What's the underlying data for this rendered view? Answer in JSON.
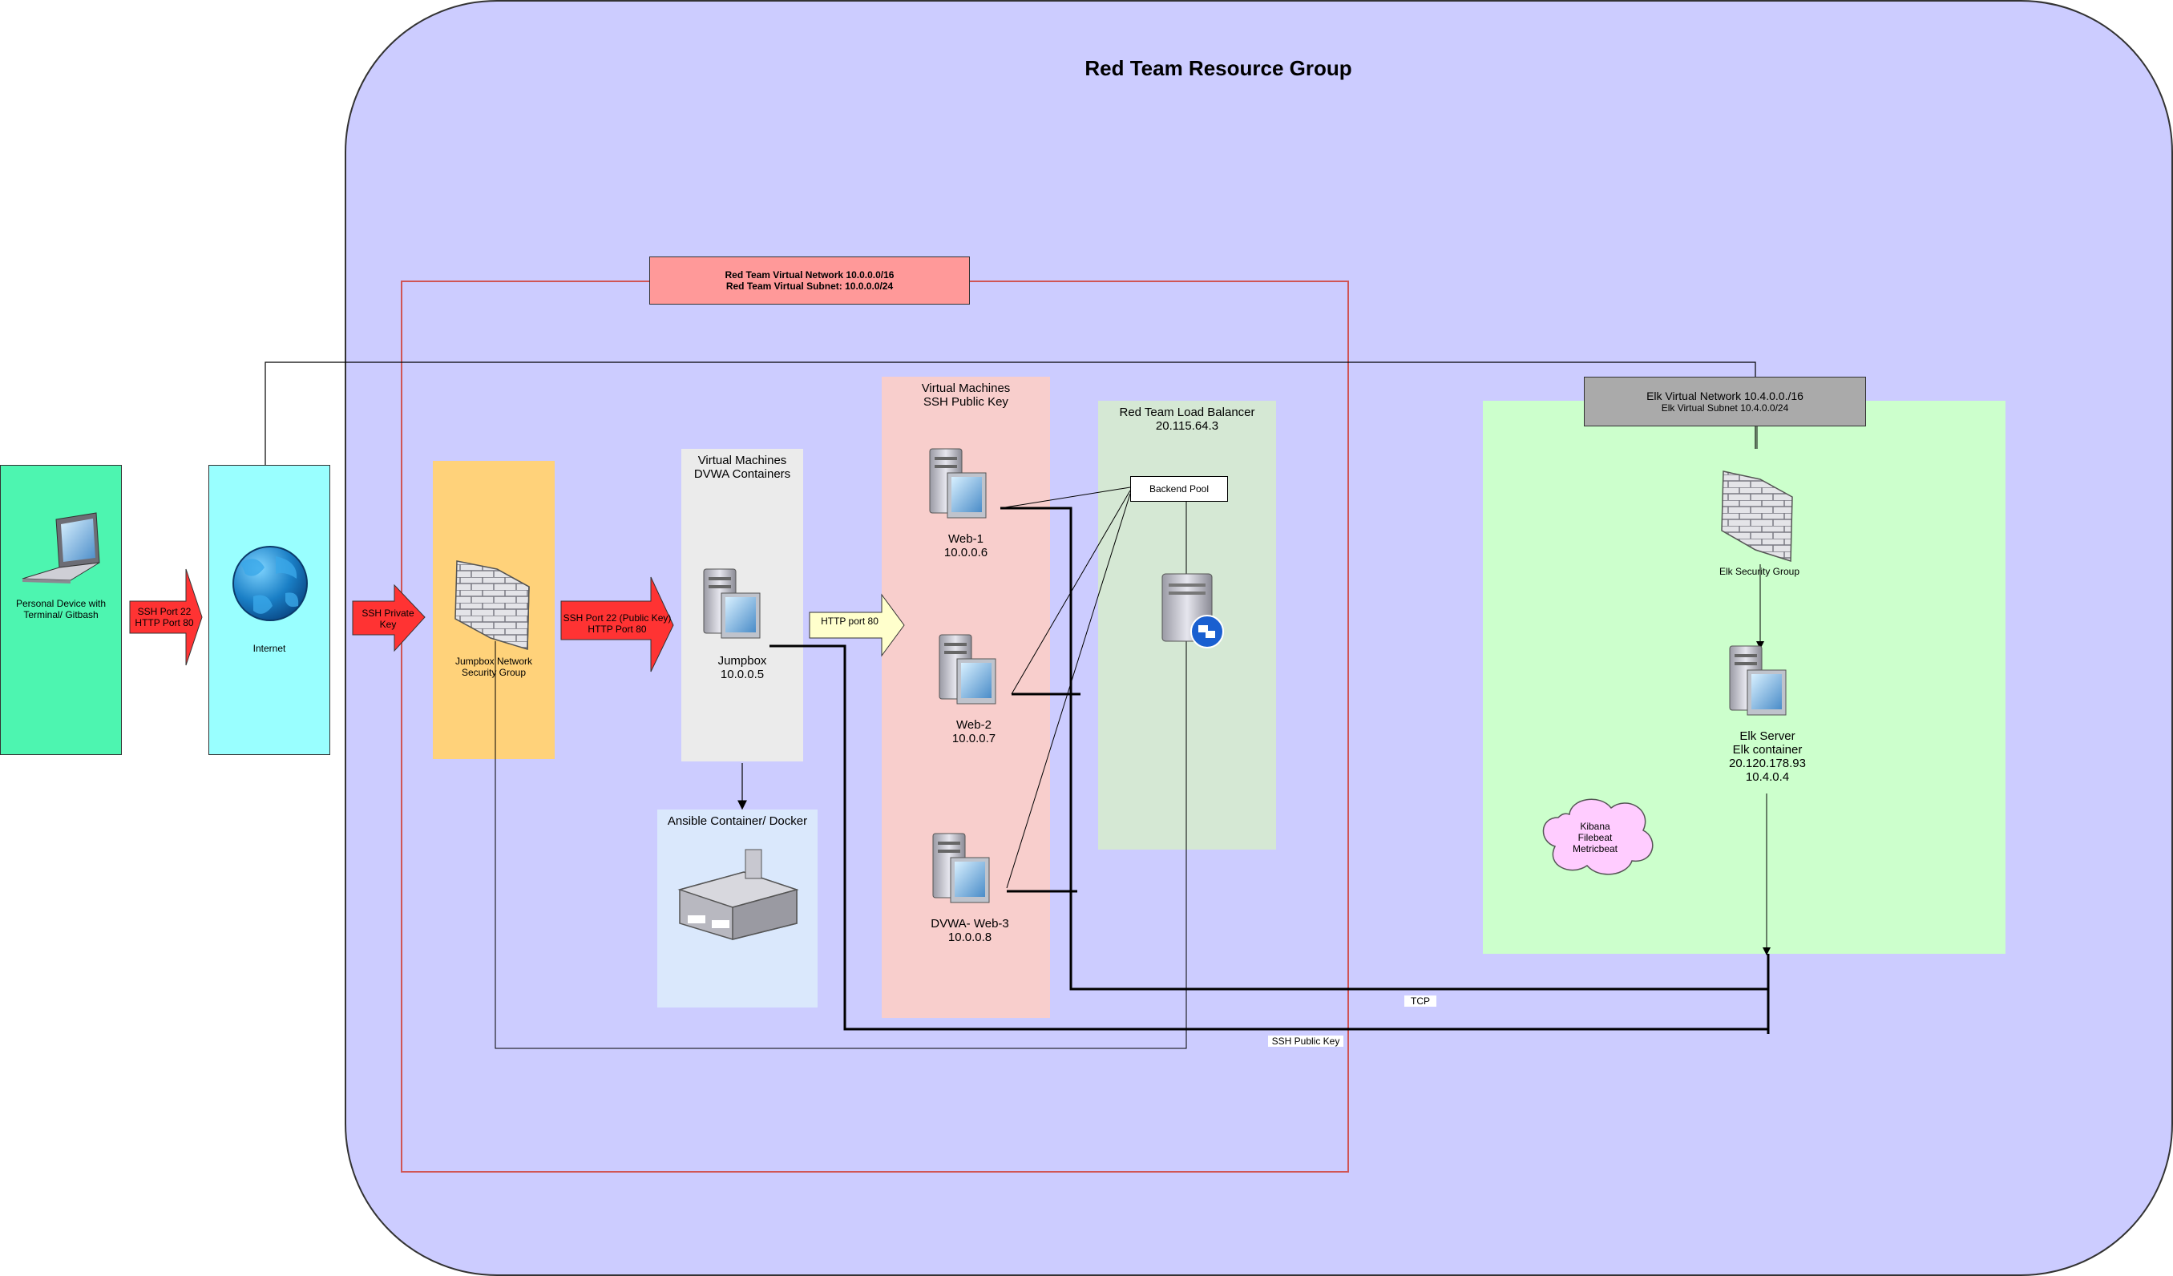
{
  "resource_group": {
    "title": "Red Team Resource Group"
  },
  "vnet": {
    "line1": "Red Team Virtual Network 10.0.0.0/16",
    "line2": "Red Team Virtual Subnet: 10.0.0.0/24"
  },
  "personal_device": {
    "line1": "Personal Device with",
    "line2": "Terminal/ Gitbash"
  },
  "arrow_device_internet": {
    "line1": "SSH Port 22",
    "line2": "HTTP Port 80"
  },
  "internet": {
    "label": "Internet"
  },
  "arrow_internet_nsg": {
    "line1": "SSH Private",
    "line2": "Key"
  },
  "jumpbox_nsg": {
    "line1": "Jumpbox Network",
    "line2": "Security Group"
  },
  "arrow_nsg_jumpbox": {
    "line1": "SSH Port 22 (Public Key)",
    "line2": "HTTP Port 80"
  },
  "jumpbox_group": {
    "line1": "Virtual Machines",
    "line2": "DVWA Containers"
  },
  "jumpbox": {
    "name": "Jumpbox",
    "ip": "10.0.0.5"
  },
  "ansible": {
    "label": "Ansible Container/ Docker"
  },
  "http_arrow": {
    "label": "HTTP port 80"
  },
  "vms_group": {
    "line1": "Virtual Machines",
    "line2": "SSH Public Key"
  },
  "web1": {
    "name": "Web-1",
    "ip": "10.0.0.6"
  },
  "web2": {
    "name": "Web-2",
    "ip": "10.0.0.7"
  },
  "web3": {
    "name": "DVWA- Web-3",
    "ip": "10.0.0.8"
  },
  "load_balancer": {
    "name": "Red Team Load Balancer",
    "ip": "20.115.64.3",
    "pool": "Backend Pool"
  },
  "elk_vnet": {
    "line1": "Elk Virtual Network 10.4.0.0./16",
    "line2": "Elk Virtual Subnet 10.4.0.0/24"
  },
  "elk_security": {
    "label": "Elk Security Group"
  },
  "elk_server": {
    "line1": "Elk Server",
    "line2": "Elk container",
    "line3": "20.120.178.93",
    "line4": "10.4.0.4"
  },
  "elk_cloud": {
    "line1": "Kibana",
    "line2": "Filebeat",
    "line3": "Metricbeat"
  },
  "connections": {
    "tcp": "TCP",
    "ssh_public_key": "SSH Public Key"
  },
  "colors": {
    "resource_group": "#ccccff",
    "vnet_label": "#ff9999",
    "device": "#4df5b0",
    "internet": "#99ffff",
    "nsg": "#ffd27a",
    "jumpbox_group": "#ebebeb",
    "ansible": "#dae8fc",
    "vms_group": "#f8cecc",
    "load_balancer": "#d5e8d4",
    "elk": "#ccffcc",
    "elk_label": "#aaaaaa",
    "arrow_red": "#ff3333",
    "http_arrow": "#ffffcc",
    "cloud": "#ffccff"
  }
}
